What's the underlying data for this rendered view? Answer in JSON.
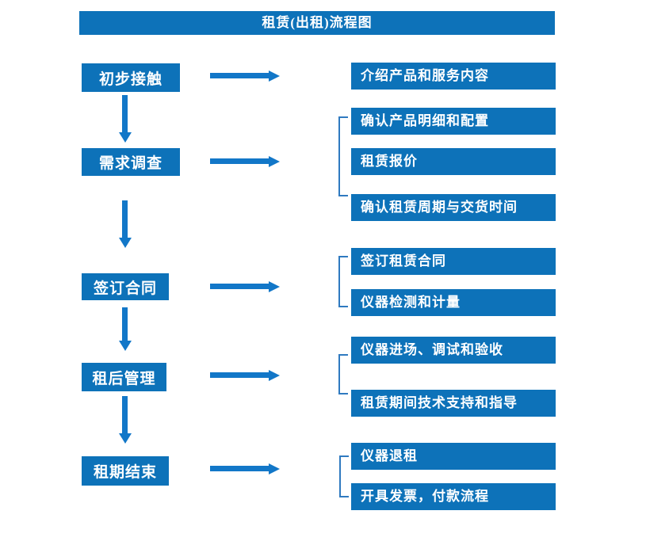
{
  "title": "租赁(出租)流程图",
  "colors": {
    "box_blue": "#0D72B9",
    "arrow_blue": "#1277C8",
    "bracket_blue": "#2F7AC0",
    "text_white": "#FFFFFF"
  },
  "stages": [
    {
      "label": "初步接触",
      "outputs": [
        "介绍产品和服务内容"
      ]
    },
    {
      "label": "需求调查",
      "outputs": [
        "确认产品明细和配置",
        "租赁报价",
        "确认租赁周期与交货时间"
      ]
    },
    {
      "label": "签订合同",
      "outputs": [
        "签订租赁合同",
        "仪器检测和计量"
      ]
    },
    {
      "label": "租后管理",
      "outputs": [
        "仪器进场、调试和验收",
        "租赁期间技术支持和指导"
      ]
    },
    {
      "label": "租期结束",
      "outputs": [
        "仪器退租",
        "开具发票，付款流程"
      ]
    }
  ]
}
